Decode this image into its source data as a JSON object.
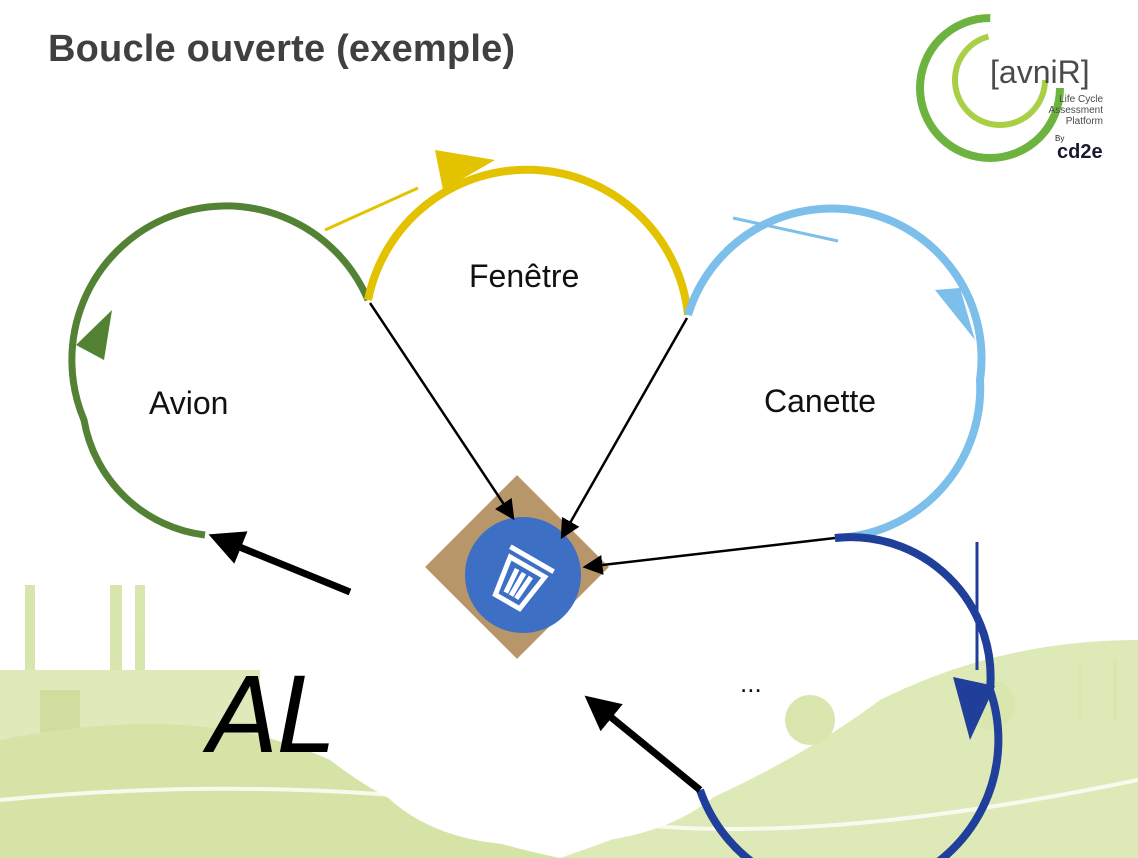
{
  "slide": {
    "title": "Boucle ouverte (exemple)"
  },
  "logo": {
    "brand": "[avniR]",
    "tagline_line1": "Life Cycle",
    "tagline_line2": "Assessment",
    "tagline_line3": "Platform",
    "by": "By",
    "company": "cd2e"
  },
  "diagram": {
    "loops": [
      {
        "label": "Avion",
        "color": "#548235"
      },
      {
        "label": "Fenêtre",
        "color": "#E3C300"
      },
      {
        "label": "Canette",
        "color": "#7DBFEB"
      },
      {
        "label": "...",
        "color": "#1F3F9A"
      }
    ],
    "material_label": "AL",
    "waste_icon": "trash-icon",
    "colors": {
      "waste_circle": "#3D6FC4",
      "waste_tile": "#B7966A",
      "background_tint": "#D6E4A6",
      "arrow": "#000000"
    }
  }
}
